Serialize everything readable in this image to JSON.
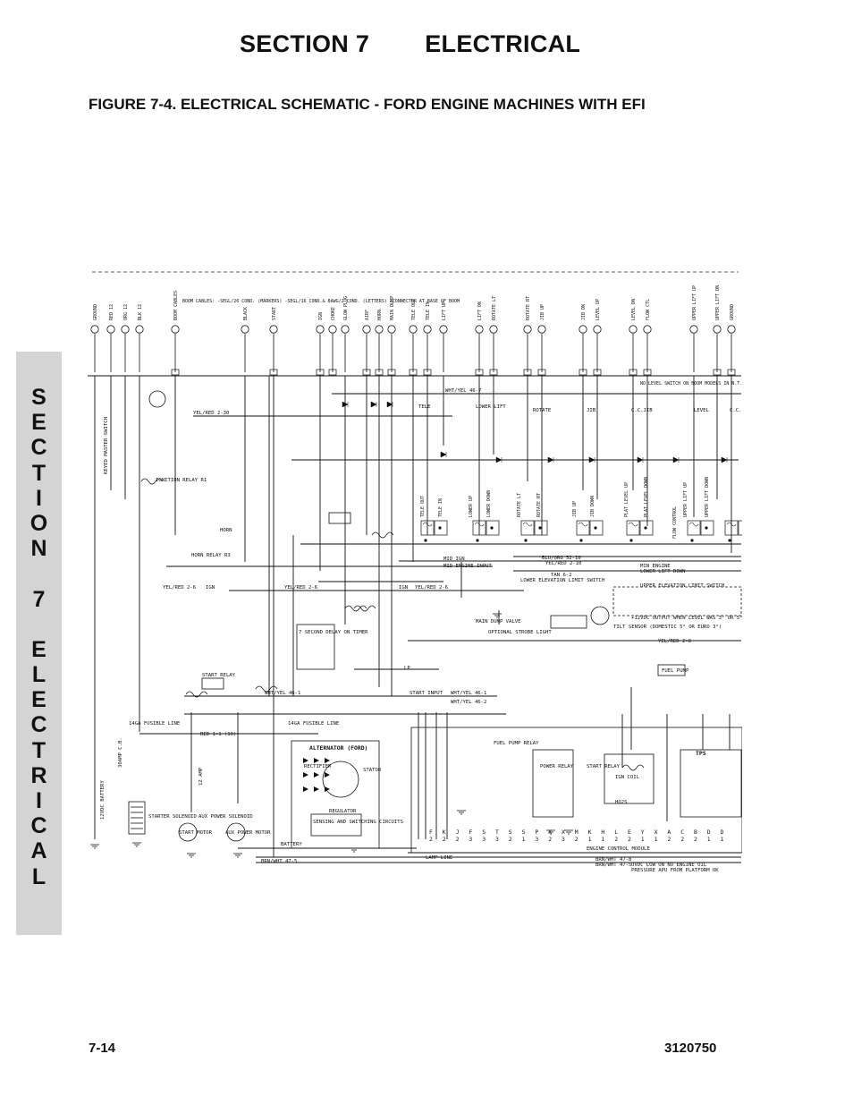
{
  "header": {
    "section_label": "SECTION 7",
    "section_word": "ELECTRICAL",
    "figure_title": "FIGURE 7-4. ELECTRICAL SCHEMATIC - FORD ENGINE MACHINES WITH EFI"
  },
  "side_tab": {
    "letters": [
      "S",
      "E",
      "C",
      "T",
      "I",
      "O",
      "N",
      "",
      "7",
      "",
      "E",
      "L",
      "E",
      "C",
      "T",
      "R",
      "I",
      "C",
      "A",
      "L"
    ]
  },
  "footer": {
    "page_number": "7-14",
    "doc_number": "3120750"
  },
  "schematic": {
    "wire_labels": {
      "yel_red_2_30": "YEL/RED 2-30",
      "wht_yel_46_7": "WHT/YEL 46-7",
      "yel_red_2_6": "YEL/RED 2-6",
      "yel_red_2_10": "YEL/RED 2-10",
      "blu_org_52_10": "BLU/ORG 52-10",
      "wht_yel_46_1": "WHT/YEL 46-1",
      "wht_yel_46_2": "WHT/YEL 46-2",
      "red_1_1": "RED 1-1 (10)",
      "brn_wht_47_5": "BRN/WHT 47-5",
      "brn_wht_47_8": "BRN/WHT 47-8",
      "brn_wht_47_3": "BRN/WHT 47-3",
      "yel_red_2_8": "YEL/RED 2-8",
      "tan_6_2": "TAN 6-2",
      "mid_engine_input": "MID ENGINE INPUT",
      "mid_ign": "MID IGN",
      "lamp_line": "LAMP LINE",
      "ign": "IGN",
      "lp": "LP",
      "start_input": "START INPUT",
      "battery": "BATTERY",
      "lower_lift_down": "LOWER LIFT DOWN",
      "min_engine": "MIN ENGINE"
    },
    "components": {
      "ignition_relay": "IGNITION RELAY R1",
      "horn_relay": "HORN RELAY R3",
      "horn": "HORN",
      "start_relay": "START RELAY",
      "starter_solenoid": "STARTER SOLENOID",
      "aux_power_solenoid": "AUX POWER SOLENOID",
      "start_motor": "START MOTOR",
      "aux_power_motor": "AUX POWER MOTOR",
      "battery": "12VDC BATTERY",
      "delay_timer": "7 SECOND DELAY ON TIMER",
      "alternator": "ALTERNATOR (FORD)",
      "rectifier": "RECTIFIER",
      "stator": "STATOR",
      "regulator": "REGULATOR",
      "sensing": "SENSING AND SWITCHING CIRCUITS",
      "fusible_line_1": "14GA FUSIBLE LINE",
      "fusible_line_2": "14GA FUSIBLE LINE",
      "main_dump_valve": "MAIN DUMP VALVE",
      "optional_strobe": "OPTIONAL STROBE LIGHT",
      "tilt_sensor": "TILT SENSOR (DOMESTIC 5° OR EURO 3°)",
      "fuel_pump": "FUEL PUMP",
      "fuel_pump_relay": "FUEL PUMP RELAY",
      "power_relay": "POWER RELAY",
      "start_relay_2": "START RELAY",
      "ign_coil": "IGN COIL",
      "tps": "TPS",
      "ho2s": "HO2S",
      "ecm": "ENGINE CONTROL MODULE",
      "circuit_breaker": "30AMP C.B.",
      "amp_fuse": "12 AMP",
      "keyed_switch": "KEYED MASTER SWITCH",
      "lower_elev_switch": "LOWER ELEVATION LIMIT SWITCH",
      "upper_elev_switch": "UPPER ELEVATION LIMIT SWITCH",
      "pressure_apu": "PRESSURE APU FROM PLATFORM OK",
      "oil_note": "OVDC LOW ON NO ENGINE OIL",
      "level_note": "+12VDC OUTPUT WHEN LEVEL WAS 3° OR 5°"
    },
    "valve_labels": [
      "TELE OUT",
      "TELE IN",
      "LOWER UP",
      "LOWER DOWN",
      "ROTATE LT",
      "ROTATE RT",
      "JIB UP",
      "JIB DOWN",
      "PLAT LEVEL UP",
      "PLAT LEVEL DOWN",
      "UPPER LIFT UP",
      "UPPER LIFT DOWN",
      "FLOW CONTROL"
    ],
    "section_headers": [
      "TELE",
      "LOWER LIFT",
      "ROTATE",
      "JIB",
      "C.C.JIB",
      "LEVEL",
      "C.C.LEVEL"
    ],
    "connector_labels_top": [
      "GROUND",
      "RED 12",
      "ORG 12",
      "BLK 12",
      "BOOM CABLES",
      "BLACK",
      "START",
      "IGN",
      "CHOKE",
      "GLOW PLUG",
      "AIRF",
      "HORN",
      "MAIN DUMP",
      "TELE OUT",
      "TELE IN",
      "LIFT UP",
      "LIFT DN",
      "ROTATE LT",
      "ROTATE RT",
      "JIB UP",
      "JIB DN",
      "LEVEL UP",
      "LEVEL DN",
      "FLOW CTL",
      "UPPER LIFT UP",
      "UPPER LIFT DN",
      "GROUND"
    ],
    "ecm_pins": [
      "F",
      "K",
      "J",
      "F",
      "S",
      "T",
      "S",
      "S",
      "P",
      "X",
      "X",
      "M",
      "K",
      "H",
      "L",
      "E",
      "Y",
      "X",
      "A",
      "C",
      "B",
      "D",
      "D"
    ],
    "ecm_pin_nums": [
      "2",
      "2",
      "2",
      "3",
      "3",
      "3",
      "2",
      "1",
      "3",
      "2",
      "3",
      "2",
      "1",
      "1",
      "2",
      "2",
      "1",
      "1",
      "2",
      "2",
      "2",
      "1",
      "1"
    ],
    "notes": {
      "boom_cables": "BOOM CABLES: -SEGL/26 COND. (MARKERS) -SEGL/16 COND.& 8AWG/2 COND. (LETTERS) -CONNECTOR AT BASE OF BOOM",
      "no_level_switch": "NO LEVEL SWITCH ON BOOM MODELS IN N.T.S."
    }
  }
}
